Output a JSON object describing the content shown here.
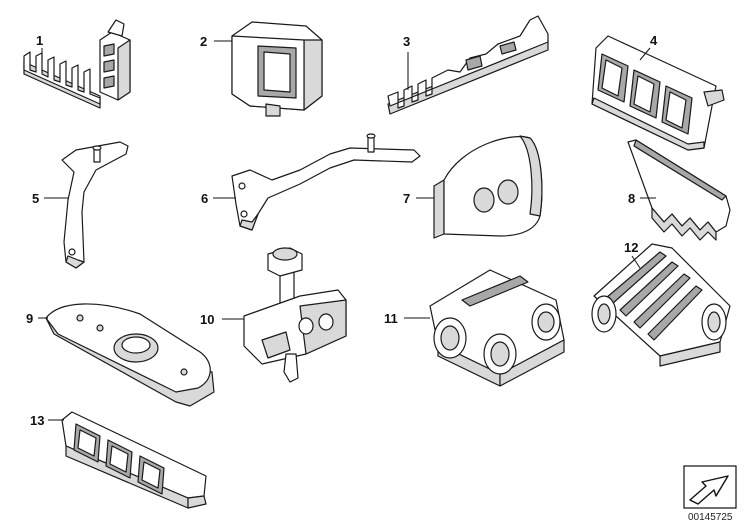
{
  "callouts": {
    "c1": "1",
    "c2": "2",
    "c3": "3",
    "c4": "4",
    "c5": "5",
    "c6": "6",
    "c7": "7",
    "c8": "8",
    "c9": "9",
    "c10": "10",
    "c11": "11",
    "c12": "12",
    "c13": "13"
  },
  "reference_number": "00145725",
  "icons": {
    "reference_box": "arrow-box-icon"
  }
}
